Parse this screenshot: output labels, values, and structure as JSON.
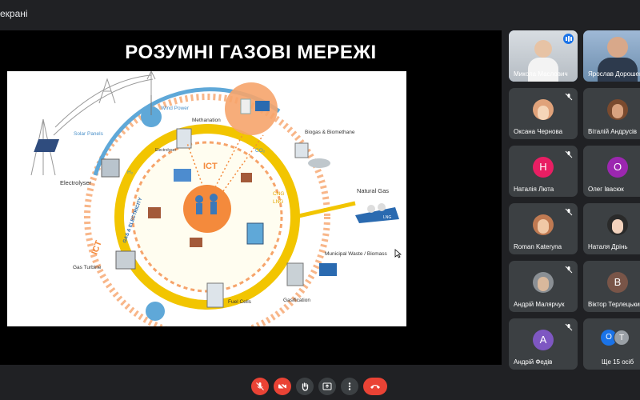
{
  "window": {
    "title_fragment": "екрані"
  },
  "slide": {
    "title": "РОЗУМНІ ГАЗОВІ МЕРЕЖІ"
  },
  "diagram": {
    "labels": {
      "wind_power": "Wind Power",
      "methanation": "Methanation",
      "solar_panels": "Solar Panels",
      "electrolyser_small": "Electrolyser",
      "electrolyser": "Electrolyser",
      "h2": "H₂",
      "co2": "CO₂",
      "biogas": "Biogas & Biomethane",
      "ict_ring": "ICT",
      "ict_outer": "ICT",
      "gas_electricity": "GAS & ELECTRICITY",
      "lng": "LNG",
      "lng_ship": "LNG",
      "cng": "CNG",
      "natural_gas": "Natural Gas",
      "gas_turbine": "Gas Turbine",
      "municipal": "Municipal Waste / Biomass",
      "fuel_cells": "Fuel Cells",
      "gasification": "Gasification"
    }
  },
  "participants": [
    {
      "name": "Микола Маслович",
      "type": "video",
      "active": true
    },
    {
      "name": "Ярослав Дорошенко",
      "type": "video",
      "active": false
    },
    {
      "name": "Оксана Чернова",
      "type": "photo",
      "muted": true
    },
    {
      "name": "Віталій Андрусів",
      "type": "photo",
      "muted": false
    },
    {
      "name": "Наталія Люта",
      "type": "letter",
      "letter": "Н",
      "color": "#e91e63",
      "muted": true
    },
    {
      "name": "Олег Івасюк",
      "type": "letter",
      "letter": "О",
      "color": "#9c27b0",
      "muted": false
    },
    {
      "name": "Roman Kateryna",
      "type": "photo",
      "muted": true
    },
    {
      "name": "Наталя Дрінь",
      "type": "photo",
      "muted": false
    },
    {
      "name": "Андрій Малярчук",
      "type": "photo",
      "muted": true
    },
    {
      "name": "Віктор Терлецький",
      "type": "letter",
      "letter": "В",
      "color": "#795548",
      "muted": false
    },
    {
      "name": "Андрій Федів",
      "type": "letter",
      "letter": "А",
      "color": "#7e57c2",
      "muted": true
    },
    {
      "name": "Ще 15 осіб",
      "type": "more",
      "letters": [
        "О",
        "Т"
      ],
      "colors": [
        "#1a73e8",
        "#9aa0a6"
      ],
      "muted": false
    }
  ],
  "controls": {
    "items": [
      "mic-off",
      "camera-off",
      "raise-hand",
      "present",
      "more",
      "leave"
    ]
  }
}
